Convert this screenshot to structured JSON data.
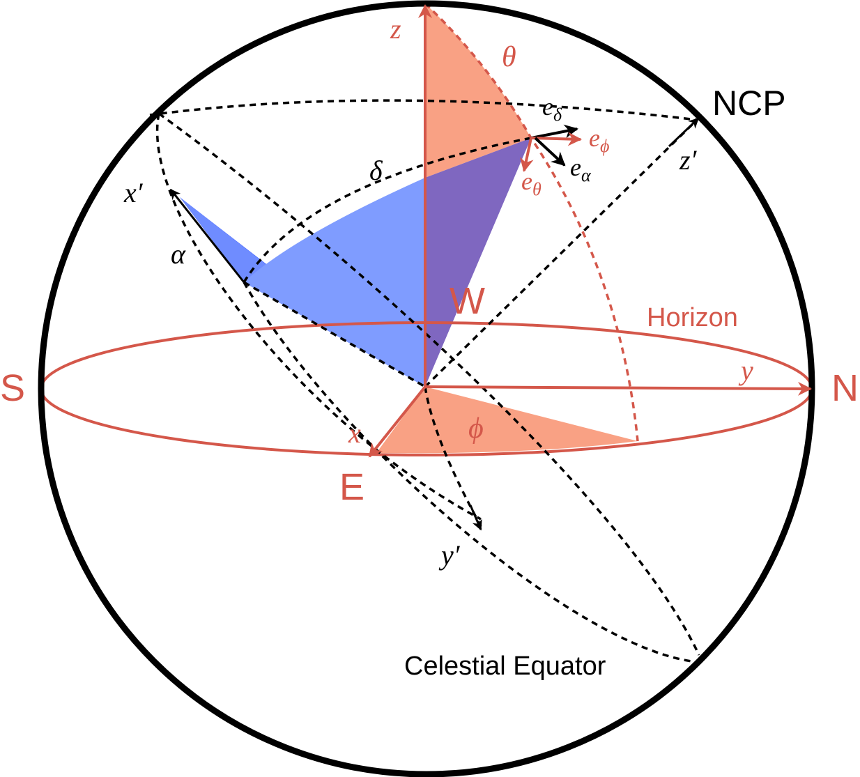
{
  "colors": {
    "red": "#d4574a",
    "salmon": "#f9a184",
    "blue_light": "#7f9cff",
    "blue_dark": "#3a5cff",
    "purple": "#7f67c0",
    "black": "#000000"
  },
  "labels": {
    "z": "z",
    "theta": "θ",
    "ncp": "NCP",
    "e_delta_base": "e",
    "e_delta_sub": "δ",
    "e_phi_base": "e",
    "e_phi_sub": "ϕ",
    "e_alpha_base": "e",
    "e_alpha_sub": "α",
    "e_theta_base": "e",
    "e_theta_sub": "θ",
    "z_prime": "z′",
    "delta": "δ",
    "x_prime": "x′",
    "alpha": "α",
    "w": "W",
    "horizon": "Horizon",
    "s": "S",
    "n": "N",
    "y": "y",
    "x": "x",
    "phi": "ϕ",
    "e": "E",
    "y_prime": "y′",
    "celestial_equator": "Celestial Equator"
  }
}
